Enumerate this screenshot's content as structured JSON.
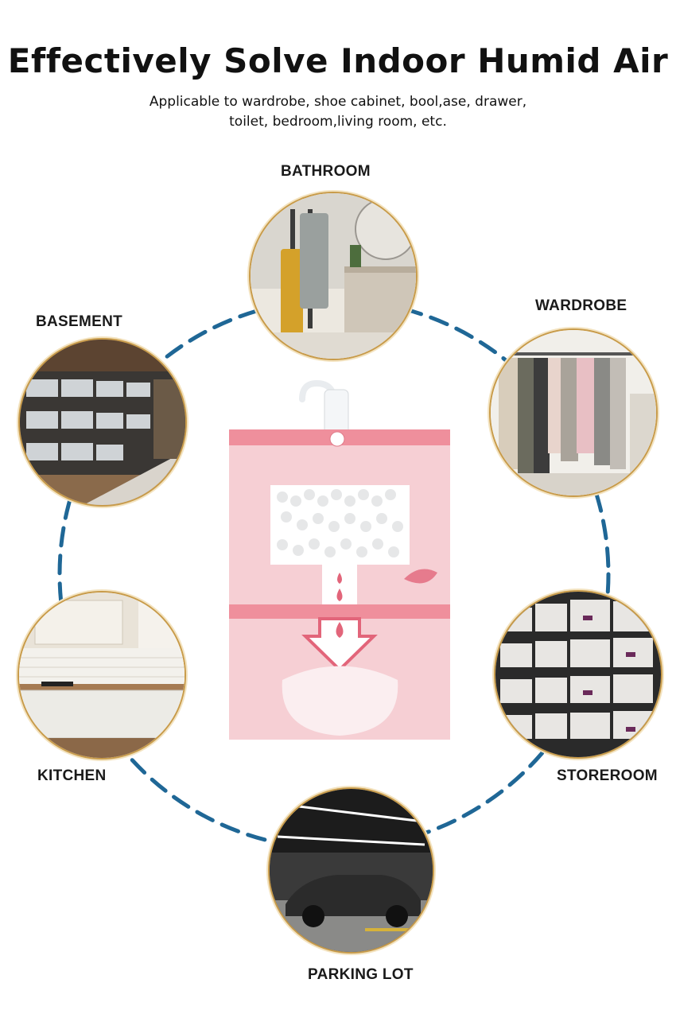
{
  "header": {
    "title": "Effectively Solve Indoor Humid Air",
    "subtitle_line1": "Applicable to wardrobe, shoe cabinet, bool,ase, drawer,",
    "subtitle_line2": "toilet, bedroom,living room, etc."
  },
  "locations": {
    "bathroom": "BATHROOM",
    "wardrobe": "WARDROBE",
    "basement": "BASEMENT",
    "kitchen": "KITCHEN",
    "storeroom": "STOREROOM",
    "parking": "PARKING LOT"
  },
  "colors": {
    "ring_dash": "#1f6796",
    "photo_border": "#c89b4a",
    "bag_pink": "#f6c9cf",
    "bag_stripe": "#ef8f9c"
  }
}
